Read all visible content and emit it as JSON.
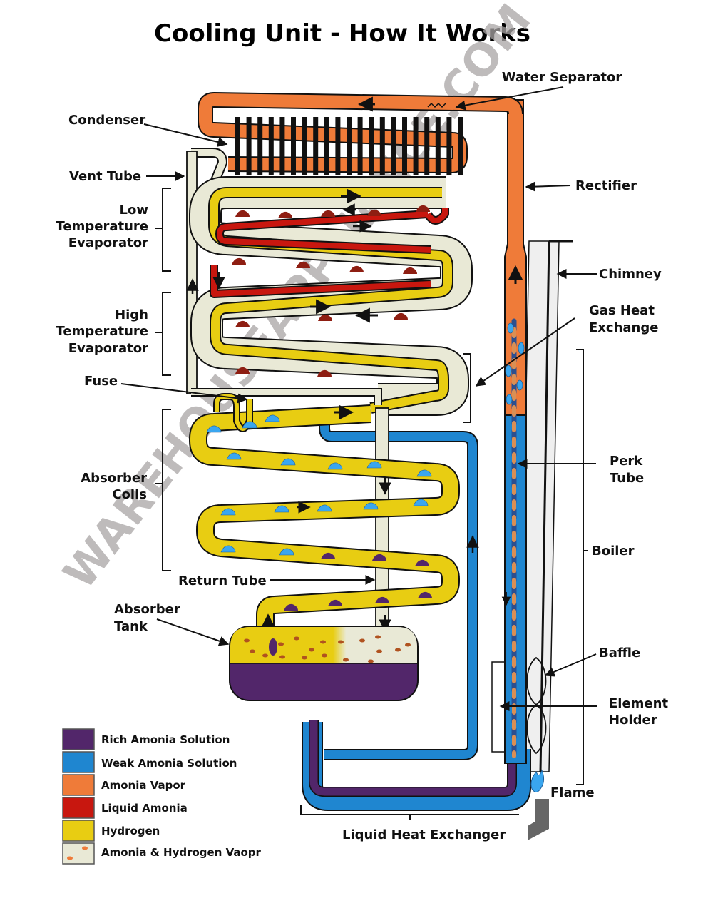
{
  "title": "Cooling Unit - How It Works",
  "watermark": "WAREHOUSEAPPLIANCE.COM",
  "labels": {
    "water_separator": "Water Separator",
    "condenser": "Condenser",
    "vent_tube": "Vent Tube",
    "rectifier": "Rectifier",
    "low_temp_evap": [
      "Low",
      "Temperature",
      "Evaporator"
    ],
    "chimney": "Chimney",
    "gas_heat_exchange": [
      "Gas Heat",
      "Exchange"
    ],
    "high_temp_evap": [
      "High",
      "Temperature",
      "Evaporator"
    ],
    "fuse": "Fuse",
    "absorber_coils": [
      "Absorber",
      "Coils"
    ],
    "perk_tube": [
      "Perk",
      "Tube"
    ],
    "boiler": "Boiler",
    "return_tube": "Return Tube",
    "absorber_tank": [
      "Absorber",
      "Tank"
    ],
    "baffle": "Baffle",
    "element_holder": [
      "Element",
      "Holder"
    ],
    "flame": "Flame",
    "liquid_heat_exchanger": "Liquid Heat Exchanger"
  },
  "legend": [
    {
      "label": "Rich Amonia Solution",
      "color": "#52266a"
    },
    {
      "label": "Weak Amonia Solution",
      "color": "#1f86d0"
    },
    {
      "label": "Amonia Vapor",
      "color": "#ef7b39"
    },
    {
      "label": "Liquid Amonia",
      "color": "#c8170f"
    },
    {
      "label": "Hydrogen",
      "color": "#e8cd12"
    },
    {
      "label": "Amonia & Hydrogen Vaopr",
      "color": "#e9e9d6"
    }
  ],
  "colors": {
    "rich": "#52266a",
    "weak": "#1f86d0",
    "vapor": "#ef7b39",
    "liquid": "#c8170f",
    "hydrogen": "#e8cd12",
    "mix": "#e9e9d6",
    "droplet_red": "#8e1e12",
    "dot": "#b0521f",
    "chimney": "#efefef",
    "burner": "#666666",
    "flame": "#3aa6ef"
  }
}
